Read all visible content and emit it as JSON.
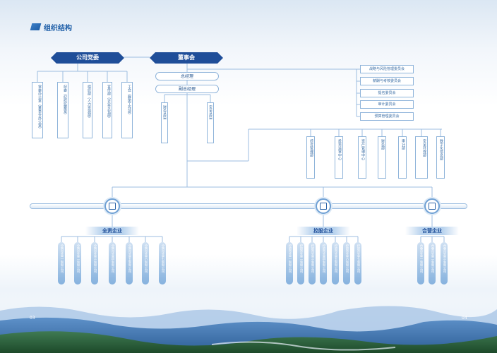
{
  "title": "组织结构",
  "top": {
    "party": "公司党委",
    "board": "董事会",
    "gm": "总经理",
    "deputy": "副总经理",
    "depts_left": [
      "财务总监",
      "安全总监"
    ]
  },
  "party_boxes": [
    "党委办公室（董事会办公室）",
    "纪委（纪检监察室）",
    "组织部（人力资源部）",
    "宣传部（企业文化部）",
    "工会（群团工作部）"
  ],
  "committees": [
    "战略与风险管理委员会",
    "薪酬与考核委员会",
    "提名委员会",
    "审计委员会",
    "预算管理委员会"
  ],
  "depts": [
    "综合管理部",
    "投资运营中心",
    "资产管理中心",
    "财务部",
    "审计部",
    "安全环保部",
    "数字化信息部"
  ],
  "categories": [
    {
      "label": "全资企业",
      "companies": [
        "全资企业一有限公司",
        "全资企业二有限公司",
        "全资企业三有限公司",
        "全资企业四有限公司",
        "全资企业五有限公司",
        "全资企业六有限公司",
        "全资企业七有限公司"
      ]
    },
    {
      "label": "控股企业",
      "companies": [
        "控股企业一有限公司",
        "控股企业二有限公司",
        "控股企业三有限公司",
        "控股企业四有限公司",
        "控股企业五有限公司",
        "控股企业六有限公司",
        "控股企业七有限公司"
      ]
    },
    {
      "label": "合营企业",
      "companies": [
        "合营企业一有限公司",
        "合营企业二有限公司",
        "合营企业三有限公司"
      ]
    }
  ],
  "page_numbers": {
    "left": "03",
    "right": "04"
  },
  "colors": {
    "primary": "#1f4e99",
    "line": "#9cbde0",
    "accent": "#3b7ec6"
  }
}
